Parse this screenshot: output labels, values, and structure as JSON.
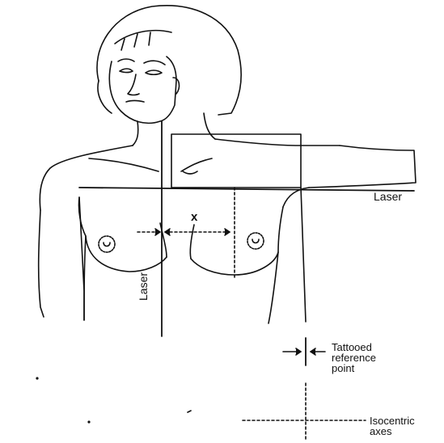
{
  "labels": {
    "laser_horizontal": "Laser",
    "laser_vertical": "Laser",
    "separation": "x",
    "tattoo_line1": "Tattooed",
    "tattoo_line2": "reference",
    "tattoo_line3": "point",
    "isocentric_line1": "Isocentric",
    "isocentric_line2": "axes"
  },
  "colors": {
    "ink": "#111111",
    "background": "#ffffff"
  }
}
